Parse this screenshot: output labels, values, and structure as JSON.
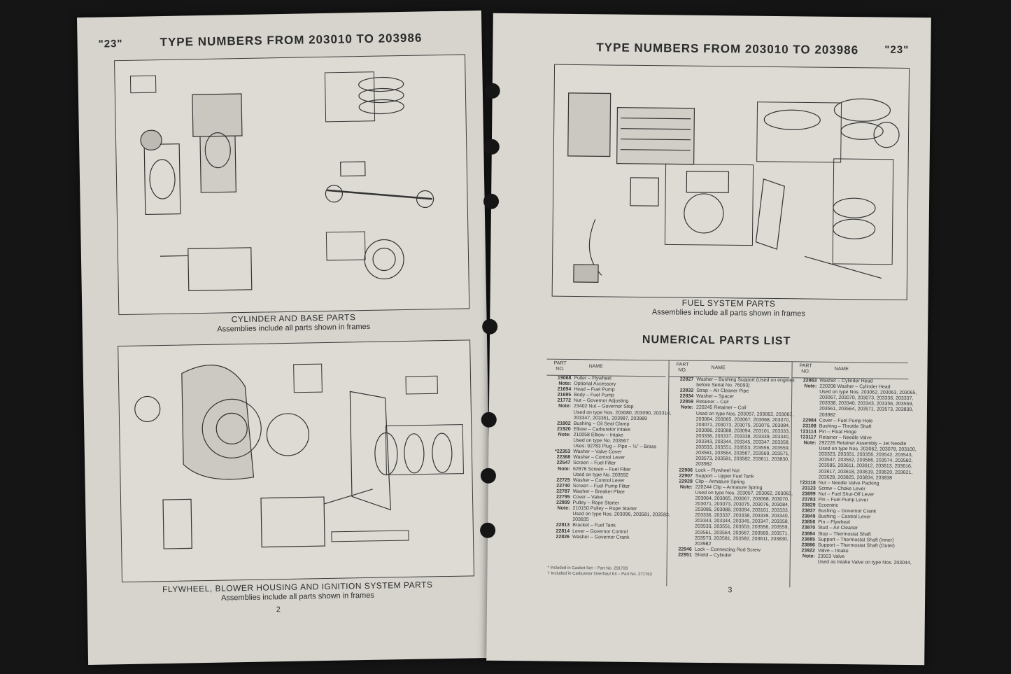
{
  "left_page": {
    "series_tag": "\"23\"",
    "header": "TYPE NUMBERS FROM 203010 TO 203986",
    "figure1_caption": "CYLINDER AND BASE PARTS",
    "figure1_subcaption": "Assemblies include all parts shown in frames",
    "figure2_caption": "FLYWHEEL, BLOWER HOUSING AND IGNITION SYSTEM PARTS",
    "figure2_subcaption": "Assemblies include all parts shown in frames",
    "page_number": "2"
  },
  "right_page": {
    "header": "TYPE NUMBERS FROM 203010 TO 203986",
    "series_tag": "\"23\"",
    "figure_caption": "FUEL SYSTEM PARTS",
    "figure_subcaption": "Assemblies include all parts shown in frames",
    "parts_list_title": "NUMERICAL PARTS LIST",
    "column_head_part": "PART NO.",
    "column_head_name": "NAME",
    "page_number": "3",
    "columns": [
      [
        {
          "part": "19068",
          "name": "Puller – Flywheel"
        },
        {
          "part": "Note:",
          "name": "Optional Accessory"
        },
        {
          "part": "21694",
          "name": "Head – Fuel Pump"
        },
        {
          "part": "21695",
          "name": "Body – Fuel Pump"
        },
        {
          "part": "21772",
          "name": "Nut – Governor Adjusting"
        },
        {
          "part": "Note:",
          "name": "23402 Nut – Governor Stop"
        },
        {
          "part": "",
          "name": "Used on type Nos. 203080, 203090, 203314,"
        },
        {
          "part": "",
          "name": "203347, 203361, 203987, 203989"
        },
        {
          "part": "21802",
          "name": "Bushing – Oil Seal Clamp"
        },
        {
          "part": "21920",
          "name": "Elbow – Carburetor Intake"
        },
        {
          "part": "Note:",
          "name": "210058 Elbow – Intake"
        },
        {
          "part": "",
          "name": "Used on type No. 203567"
        },
        {
          "part": "",
          "name": "Uses: 92783 Plug – Pipe – ⅛\" – Brass"
        },
        {
          "part": "*22353",
          "name": "Washer – Valve Cover"
        },
        {
          "part": "22368",
          "name": "Washer – Control Lever"
        },
        {
          "part": "22547",
          "name": "Screen – Fuel Filter"
        },
        {
          "part": "Note:",
          "name": "62876 Screen – Fuel Filter"
        },
        {
          "part": "",
          "name": "Used on type No. 203592"
        },
        {
          "part": "22725",
          "name": "Washer – Control Lever"
        },
        {
          "part": "22740",
          "name": "Screen – Fuel Pump Filter"
        },
        {
          "part": "22787",
          "name": "Washer – Breaker Plate"
        },
        {
          "part": "22795",
          "name": "Cover – Valve"
        },
        {
          "part": "22809",
          "name": "Pulley – Rope Starter"
        },
        {
          "part": "Note:",
          "name": "210150 Pulley – Rope Starter"
        },
        {
          "part": "",
          "name": "Used on type Nos. 203096, 203581, 203583,"
        },
        {
          "part": "",
          "name": "203835"
        },
        {
          "part": "22813",
          "name": "Bracket – Fuel Tank"
        },
        {
          "part": "22814",
          "name": "Lever – Governor Control"
        },
        {
          "part": "22826",
          "name": "Washer – Governor Crank"
        }
      ],
      [
        {
          "part": "22827",
          "name": "Washer – Bushing Support (Used on engines"
        },
        {
          "part": "",
          "name": "before Serial No. 76093)"
        },
        {
          "part": "22832",
          "name": "Strap – Air Cleaner Pipe"
        },
        {
          "part": "22834",
          "name": "Washer – Spacer"
        },
        {
          "part": "22859",
          "name": "Retainer – Coil"
        },
        {
          "part": "Note:",
          "name": "220245 Retainer – Coil"
        },
        {
          "part": "",
          "name": "Used on type Nos. 203057, 203062, 203063,"
        },
        {
          "part": "",
          "name": "203064, 203065, 203067, 203068, 203070,"
        },
        {
          "part": "",
          "name": "203071, 203073, 203075, 203076, 203084,"
        },
        {
          "part": "",
          "name": "203086, 203088, 203094, 203101, 203333,"
        },
        {
          "part": "",
          "name": "203336, 203337, 203338, 203339, 203340,"
        },
        {
          "part": "",
          "name": "203343, 203344, 203345, 203347, 203358,"
        },
        {
          "part": "",
          "name": "203533, 203551, 203553, 203556, 203559,"
        },
        {
          "part": "",
          "name": "203561, 203564, 203567, 203569, 203571,"
        },
        {
          "part": "",
          "name": "203573, 203581, 203582, 203611, 203830,"
        },
        {
          "part": "",
          "name": "203982"
        },
        {
          "part": "22906",
          "name": "Lock – Flywheel Nut"
        },
        {
          "part": "22907",
          "name": "Support – Upper Fuel Tank"
        },
        {
          "part": "22928",
          "name": "Clip – Armature Spring"
        },
        {
          "part": "Note:",
          "name": "220244 Clip – Armature Spring"
        },
        {
          "part": "",
          "name": "Used on type Nos. 203057, 203062, 203063,"
        },
        {
          "part": "",
          "name": "203064, 203065, 203067, 203068, 203070,"
        },
        {
          "part": "",
          "name": "203071, 203073, 203075, 203076, 203084,"
        },
        {
          "part": "",
          "name": "203086, 203088, 203094, 203101, 203333,"
        },
        {
          "part": "",
          "name": "203336, 203337, 203338, 203339, 203340,"
        },
        {
          "part": "",
          "name": "203343, 203344, 203345, 203347, 203358,"
        },
        {
          "part": "",
          "name": "203533, 203551, 203553, 203556, 203559,"
        },
        {
          "part": "",
          "name": "203561, 203564, 203567, 203569, 203571,"
        },
        {
          "part": "",
          "name": "203573, 203581, 203582, 203611, 203830,"
        },
        {
          "part": "",
          "name": "203982"
        },
        {
          "part": "22946",
          "name": "Lock – Connecting Rod Screw"
        },
        {
          "part": "22951",
          "name": "Shield – Cylinder"
        }
      ],
      [
        {
          "part": "22963",
          "name": "Washer – Cylinder Head"
        },
        {
          "part": "Note:",
          "name": "220208 Washer – Cylinder Head"
        },
        {
          "part": "",
          "name": "Used on type Nos. 203062, 203063, 203065,"
        },
        {
          "part": "",
          "name": "203067, 203070, 203073, 203336, 203337,"
        },
        {
          "part": "",
          "name": "203338, 203340, 203343, 203356, 203559,"
        },
        {
          "part": "",
          "name": "203561, 203564, 203571, 203573, 203830,"
        },
        {
          "part": "",
          "name": "203982"
        },
        {
          "part": "22984",
          "name": "Cover – Fuel Pump Hole"
        },
        {
          "part": "23108",
          "name": "Bushing – Throttle Shaft"
        },
        {
          "part": "†23114",
          "name": "Pin – Float Hinge"
        },
        {
          "part": "†23117",
          "name": "Retainer – Needle Valve"
        },
        {
          "part": "Note:",
          "name": "292226 Retainer Assembly – Jet Needle"
        },
        {
          "part": "",
          "name": "Used on type Nos. 203062, 203078, 203100,"
        },
        {
          "part": "",
          "name": "203323, 203351, 203356, 203542, 203543,"
        },
        {
          "part": "",
          "name": "203547, 203552, 203566, 203574, 203582,"
        },
        {
          "part": "",
          "name": "203585, 203611, 203612, 203613, 203616,"
        },
        {
          "part": "",
          "name": "203617, 203618, 203619, 203620, 203621,"
        },
        {
          "part": "",
          "name": "203628, 203825, 203834, 203838"
        },
        {
          "part": "†23118",
          "name": "Nut – Needle Valve Packing"
        },
        {
          "part": "23123",
          "name": "Screw – Choke Lever"
        },
        {
          "part": "23699",
          "name": "Nut – Fuel Shut-Off Lever"
        },
        {
          "part": "23783",
          "name": "Pin – Fuel Pump Lever"
        },
        {
          "part": "23829",
          "name": "Eccentric"
        },
        {
          "part": "23837",
          "name": "Bushing – Governor Crank"
        },
        {
          "part": "23849",
          "name": "Bushing – Control Lever"
        },
        {
          "part": "23850",
          "name": "Pin – Flywheel"
        },
        {
          "part": "23870",
          "name": "Stud – Air Cleaner"
        },
        {
          "part": "23884",
          "name": "Stop – Thermostat Shaft"
        },
        {
          "part": "23885",
          "name": "Support – Thermostat Shaft (Inner)"
        },
        {
          "part": "23886",
          "name": "Support – Thermostat Shaft (Outer)"
        },
        {
          "part": "23922",
          "name": "Valve – Intake"
        },
        {
          "part": "Note:",
          "name": "23923 Valve"
        },
        {
          "part": "",
          "name": "Used as Intake Valve on type Nos. 203044,"
        }
      ]
    ],
    "footnote_1": "* Included in Gasket Set – Part No. 291728",
    "footnote_2": "† Included in Carburetor Overhaul Kit – Part No. 271763"
  }
}
